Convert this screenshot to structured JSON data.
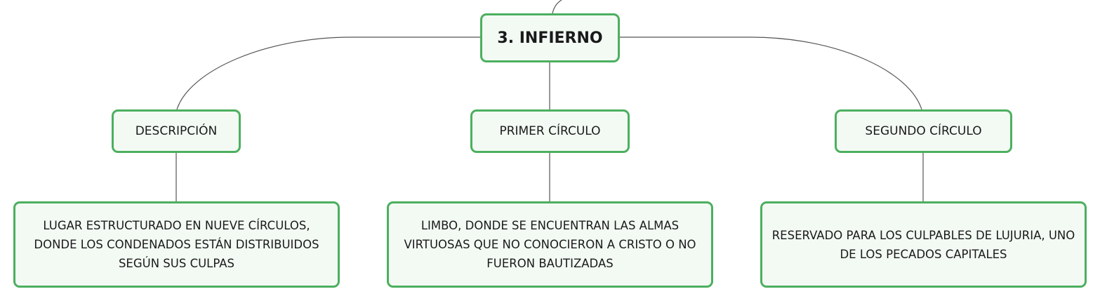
{
  "diagram": {
    "root": {
      "label": "3. INFIERNO"
    },
    "branches": [
      {
        "label": "DESCRIPCIÓN",
        "detail": "LUGAR ESTRUCTURADO EN NUEVE CÍRCULOS, DONDE LOS CONDENADOS ESTÁN DISTRIBUIDOS SEGÚN SUS CULPAS"
      },
      {
        "label": "PRIMER CÍRCULO",
        "detail": "LIMBO, DONDE SE ENCUENTRAN LAS ALMAS VIRTUOSAS QUE NO CONOCIERON A CRISTO O NO FUERON BAUTIZADAS"
      },
      {
        "label": "SEGUNDO CÍRCULO",
        "detail": "RESERVADO PARA LOS CULPABLES DE LUJURIA, UNO DE LOS PECADOS CAPITALES"
      }
    ]
  },
  "colors": {
    "node_border": "#4caf5f",
    "node_fill": "#f3faf4",
    "connector": "#555555",
    "text": "#1a1a1a"
  }
}
